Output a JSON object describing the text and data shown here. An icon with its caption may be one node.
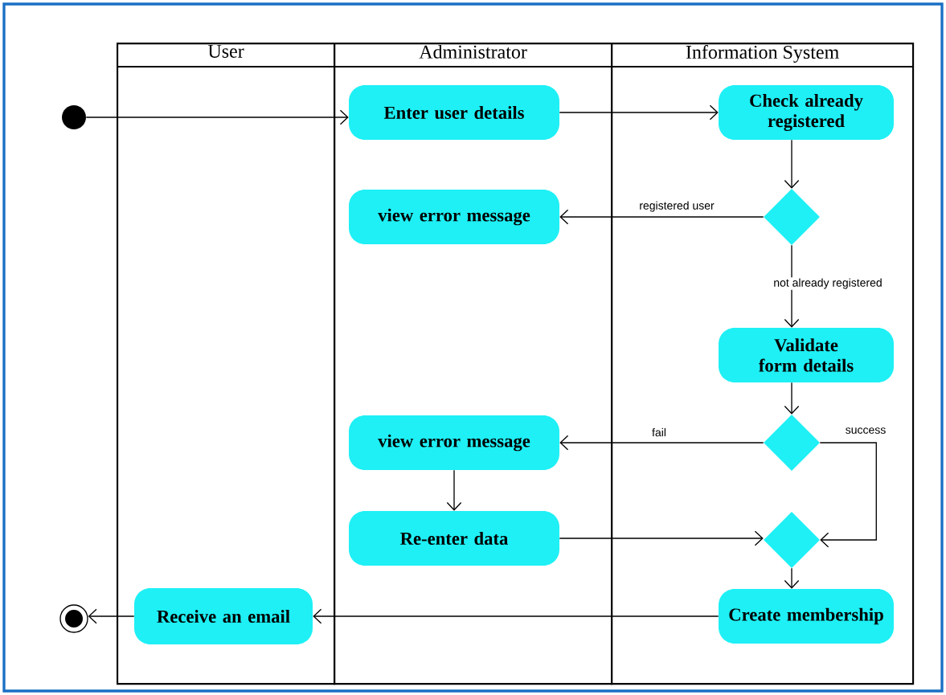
{
  "diagram": {
    "nodes": [
      {
        "text": [
          "User"
        ]
      },
      {
        "text": [
          "Administrator"
        ]
      },
      {
        "text": [
          "Information System"
        ]
      },
      {
        "text": [],
        "shape": "circle"
      },
      {
        "text": [
          "Enter user details"
        ],
        "in": 1
      },
      {
        "text": [
          "Check already registered"
        ],
        "in": 2
      },
      {
        "text": [],
        "shape": "diamond",
        "in": 2
      },
      {
        "text": [
          "view error message"
        ],
        "in": 1
      },
      {
        "text": [
          "Validate form details"
        ],
        "in": 2
      },
      {
        "text": [],
        "shape": "diamond",
        "in": 2
      },
      {
        "text": [
          "view error message"
        ],
        "in": 1
      },
      {
        "text": [
          "Re-enter data"
        ],
        "in": 1
      },
      {
        "text": [],
        "shape": "diamond",
        "in": 2
      },
      {
        "text": [
          "Create membership"
        ],
        "in": 2
      },
      {
        "text": [
          "Receive an email"
        ],
        "in": 0
      },
      {
        "text": [],
        "shape": "circle"
      }
    ],
    "edges": [
      {
        "from": 3,
        "to": 4,
        "arrow": "to"
      },
      {
        "from": 4,
        "to": 5,
        "arrow": "to"
      },
      {
        "from": 5,
        "to": 6,
        "arrow": "to"
      },
      {
        "from": 6,
        "to": 7,
        "arrow": "to",
        "label": "registered user"
      },
      {
        "from": 6,
        "to": 8,
        "arrow": "to",
        "label": "not already registered"
      },
      {
        "from": 8,
        "to": 9,
        "arrow": "to"
      },
      {
        "from": 9,
        "to": 10,
        "arrow": "to",
        "label": "fail"
      },
      {
        "from": 9,
        "to": 12,
        "arrow": "to",
        "label": "success"
      },
      {
        "from": 10,
        "to": 11,
        "arrow": "to"
      },
      {
        "from": 11,
        "to": 12,
        "arrow": "to"
      },
      {
        "from": 12,
        "to": 13,
        "arrow": "to"
      },
      {
        "from": 13,
        "to": 14,
        "arrow": "to"
      },
      {
        "from": 14,
        "to": 15,
        "arrow": "to"
      }
    ]
  }
}
